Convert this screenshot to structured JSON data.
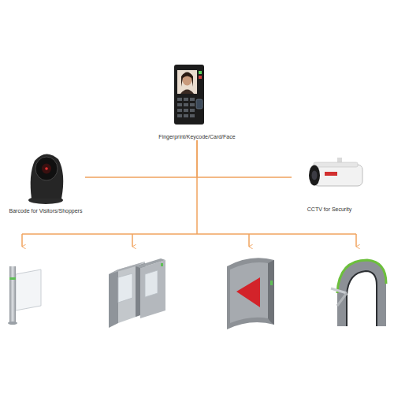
{
  "diagram": {
    "nodes": [
      {
        "text": [
          "Fingerprint/Keycode/Card/Face"
        ]
      },
      {
        "text": [
          "Barcode for Visitors/Shoppers"
        ]
      },
      {
        "text": [
          "CCTV for Security"
        ]
      }
    ],
    "edges": [
      {
        "from": 0,
        "to": 1,
        "arrow": "none"
      },
      {
        "from": 0,
        "to": 2,
        "arrow": "none"
      }
    ]
  }
}
